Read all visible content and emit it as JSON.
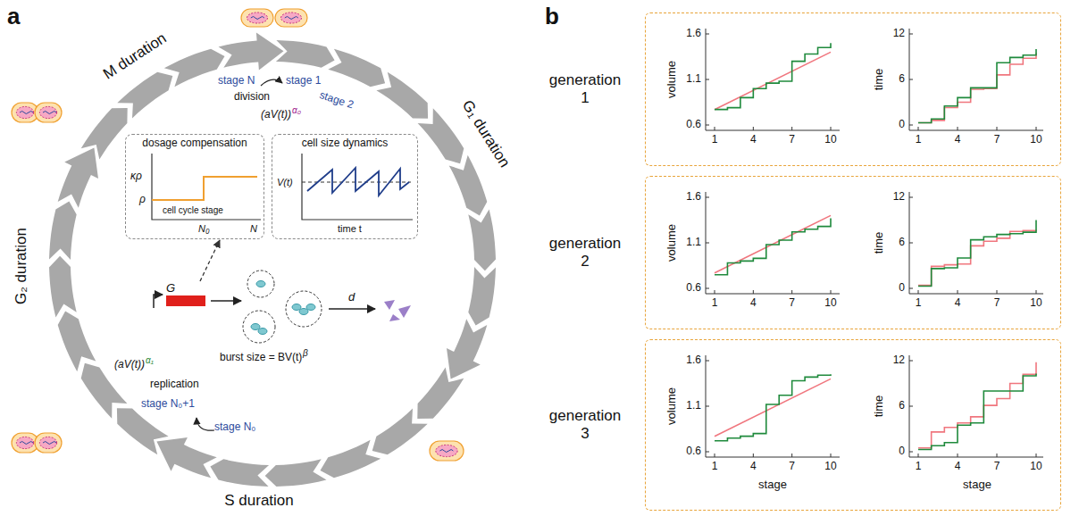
{
  "diagram": {
    "nodes": [
      {
        "text": [
          "dosage compensation"
        ]
      },
      {
        "text": [
          "cell size dynamics"
        ]
      },
      {
        "text": [
          "G"
        ]
      },
      {
        "text": [
          "generation 1"
        ]
      },
      {
        "text": [
          "generation 2"
        ]
      },
      {
        "text": [
          "generation 3"
        ]
      }
    ],
    "edges": [
      {
        "from": 2,
        "to": 0,
        "arrow": "to"
      }
    ],
    "labels": [
      "a",
      "M duration",
      "G₁ duration",
      "S duration",
      "G₂ duration",
      "stage N",
      "stage 1",
      "stage 2",
      "division",
      "(aV(t))",
      "α₀",
      "stage N₀",
      "stage N₀+1",
      "replication",
      "(aV(t))",
      "α₁",
      "κρ",
      "ρ",
      "N₀",
      "N",
      "cell cycle stage",
      "V(t)",
      "time t",
      "burst size = BV(t)",
      "β",
      "d",
      "b",
      "volume",
      "1.6",
      "1.1",
      "0.6",
      "1",
      "4",
      "7",
      "10",
      "time",
      "12",
      "6",
      "0",
      "1",
      "4",
      "7",
      "10",
      "volume",
      "1.6",
      "1.1",
      "0.6",
      "1",
      "4",
      "7",
      "10",
      "time",
      "12",
      "6",
      "0",
      "1",
      "4",
      "7",
      "10",
      "volume",
      "1.6",
      "1.1",
      "0.6",
      "1",
      "4",
      "7",
      "10",
      "time",
      "12",
      "6",
      "0",
      "1",
      "4",
      "7",
      "10",
      "stage",
      "stage"
    ]
  }
}
